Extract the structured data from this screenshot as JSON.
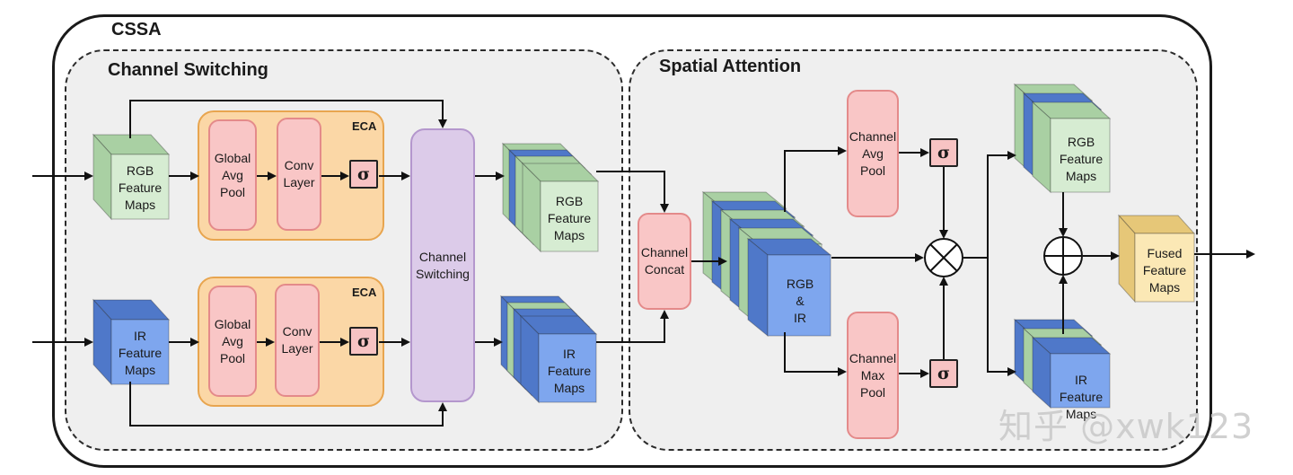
{
  "titles": {
    "outer": "CSSA",
    "channel_switching": "Channel Switching",
    "spatial_attention": "Spatial Attention"
  },
  "eca_label": "ECA",
  "blocks": {
    "gap_top": "Global\nAvg\nPool",
    "conv_top": "Conv\nLayer",
    "gap_bottom": "Global\nAvg\nPool",
    "conv_bottom": "Conv\nLayer",
    "sigma": "σ",
    "channel_switching": "Channel\nSwitching",
    "channel_concat": "Channel\nConcat",
    "channel_avg_pool": "Channel\nAvg\nPool",
    "channel_max_pool": "Channel\nMax\nPool"
  },
  "feature_maps": {
    "rgb_in": "RGB\nFeature\nMaps",
    "ir_in": "IR\nFeature\nMaps",
    "rgb_switched": "RGB\nFeature\nMaps",
    "ir_switched": "IR\nFeature\nMaps",
    "rgb_ir_stack": "RGB\n&\nIR",
    "rgb_out": "RGB\nFeature\nMaps",
    "ir_out": "IR\nFeature\nMaps",
    "fused": "Fused\nFeature\nMaps"
  },
  "colors": {
    "green_face": "#d6ecd2",
    "green_side": "#a9d0a3",
    "blue_face": "#7ea6ee",
    "blue_side": "#4f78c9",
    "yellow_face": "#fbe8b5",
    "yellow_side": "#e6c778",
    "eca_fill": "#fbd7a6",
    "pink_fill": "#f9c6c6",
    "purple_fill": "#dccbe9"
  },
  "watermark": "知乎 @xwk123"
}
